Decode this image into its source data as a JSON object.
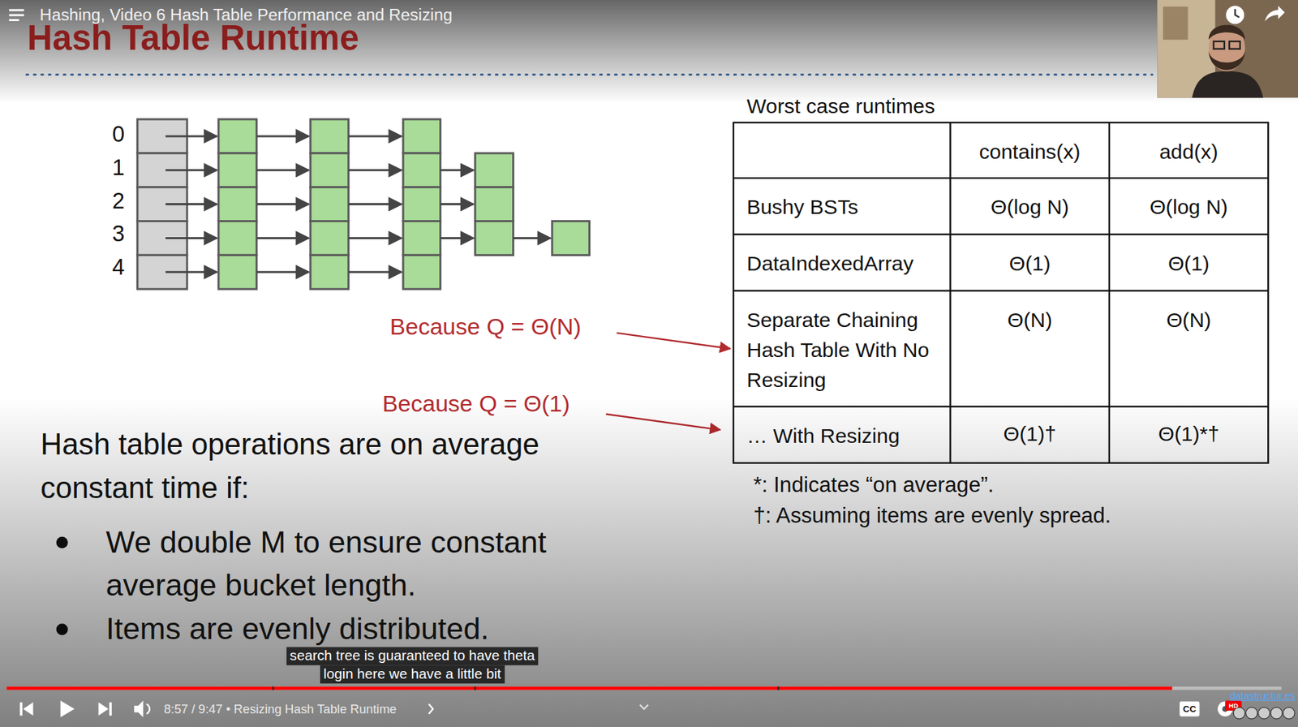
{
  "diagram": {
    "title": "Hash Table Runtime",
    "labels": [
      "Hashing, Video 6 Hash Table Performance and Resizing",
      "0",
      "1",
      "2",
      "3",
      "4",
      "Worst case runtimes",
      "contains(x)",
      "add(x)",
      "Bushy BSTs",
      "Θ(log N)",
      "Θ(log N)",
      "DataIndexedArray",
      "Θ(1)",
      "Θ(1)",
      "Separate Chaining Hash Table With No Resizing",
      "Θ(N)",
      "Θ(N)",
      "… With Resizing",
      "Θ(1)†",
      "Θ(1)*†",
      "Because Q = Θ(N)",
      "Because Q = Θ(1)",
      "*: Indicates “on average”.",
      "†: Assuming items are evenly spread.",
      "Hash table operations are on average constant time if:",
      "We double M to ensure constant average bucket length.",
      "Items are evenly distributed.",
      "search tree is guaranteed to have theta",
      "login here we have a little bit",
      "8:57 / 9:47 • Resizing Hash Table Runtime",
      "datastructur.es",
      "CC",
      "HD"
    ]
  }
}
